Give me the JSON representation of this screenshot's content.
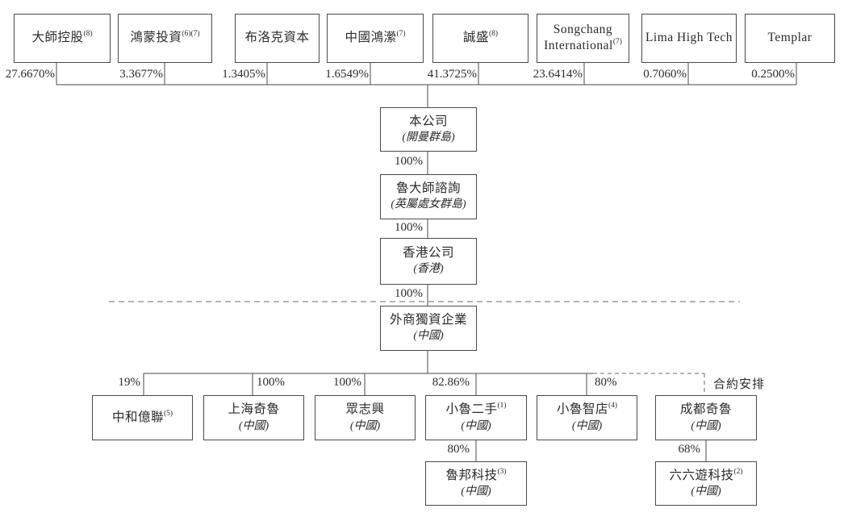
{
  "colors": {
    "line": "#4a4a4a",
    "text": "#2b2b2b",
    "background": "#ffffff"
  },
  "top_shareholders": [
    {
      "name": "大師控股",
      "sup": "(8)",
      "pct": "27.6670%"
    },
    {
      "name": "鴻蒙投資",
      "sup": "(6)(7)",
      "pct": "3.3677%"
    },
    {
      "name": "布洛克資本",
      "sup": "",
      "pct": "1.3405%"
    },
    {
      "name": "中國鴻瀠",
      "sup": "(7)",
      "pct": "1.6549%"
    },
    {
      "name": "誠盛",
      "sup": "(8)",
      "pct": "41.3725%"
    },
    {
      "name": "Songchang International",
      "sup": "(7)",
      "pct": "23.6414%"
    },
    {
      "name": "Lima High Tech",
      "sup": "",
      "pct": "0.7060%"
    },
    {
      "name": "Templar",
      "sup": "",
      "pct": "0.2500%"
    }
  ],
  "chain": [
    {
      "name": "本公司",
      "location": "(開曼群島)"
    },
    {
      "name": "魯大師諮詢",
      "location": "(英屬處女群島)",
      "pct": "100%"
    },
    {
      "name": "香港公司",
      "location": "(香港)",
      "pct": "100%"
    },
    {
      "name": "外商獨資企業",
      "location": "(中國)",
      "pct": "100%"
    }
  ],
  "subsidiaries": [
    {
      "name": "中和億聯",
      "sup": "(5)",
      "location": "",
      "pct": "19%"
    },
    {
      "name": "上海奇魯",
      "sup": "",
      "location": "(中國)",
      "pct": "100%"
    },
    {
      "name": "眾志興",
      "sup": "",
      "location": "(中國)",
      "pct": "100%"
    },
    {
      "name": "小魯二手",
      "sup": "(1)",
      "location": "(中國)",
      "pct": "82.86%"
    },
    {
      "name": "小魯智店",
      "sup": "(4)",
      "location": "(中國)",
      "pct": "80%"
    },
    {
      "name": "成都奇魯",
      "sup": "",
      "location": "(中國)",
      "pct": ""
    }
  ],
  "second_level": [
    {
      "name": "魯邦科技",
      "sup": "(3)",
      "location": "(中國)",
      "pct": "80%"
    },
    {
      "name": "六六遊科技",
      "sup": "(2)",
      "location": "(中國)",
      "pct": "68%"
    }
  ],
  "contract_arrangement_label": "合約安排"
}
